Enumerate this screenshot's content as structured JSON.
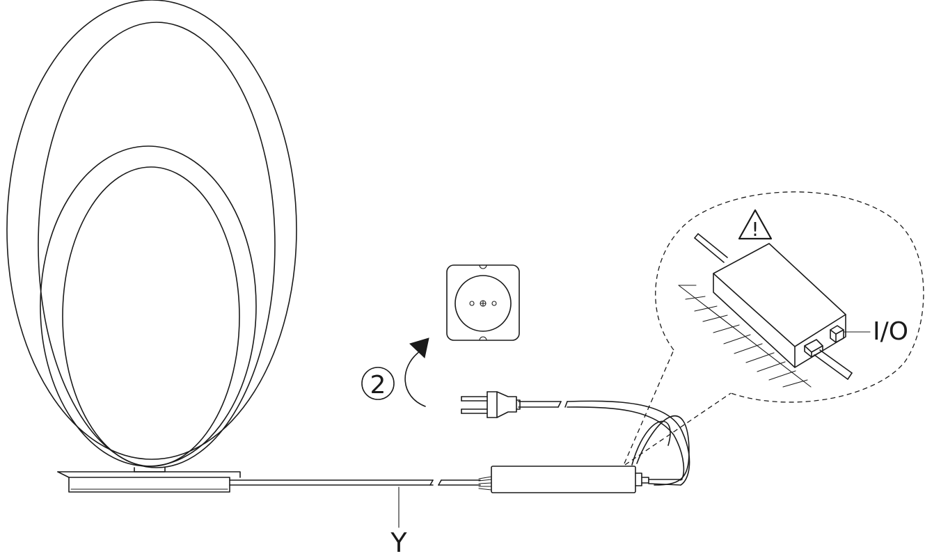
{
  "diagram": {
    "step_number": "2",
    "cable_label": "Y",
    "switch_label": "I/O",
    "warning_symbol": "!",
    "line_color": "#1a1a1a",
    "background_color": "#ffffff"
  }
}
